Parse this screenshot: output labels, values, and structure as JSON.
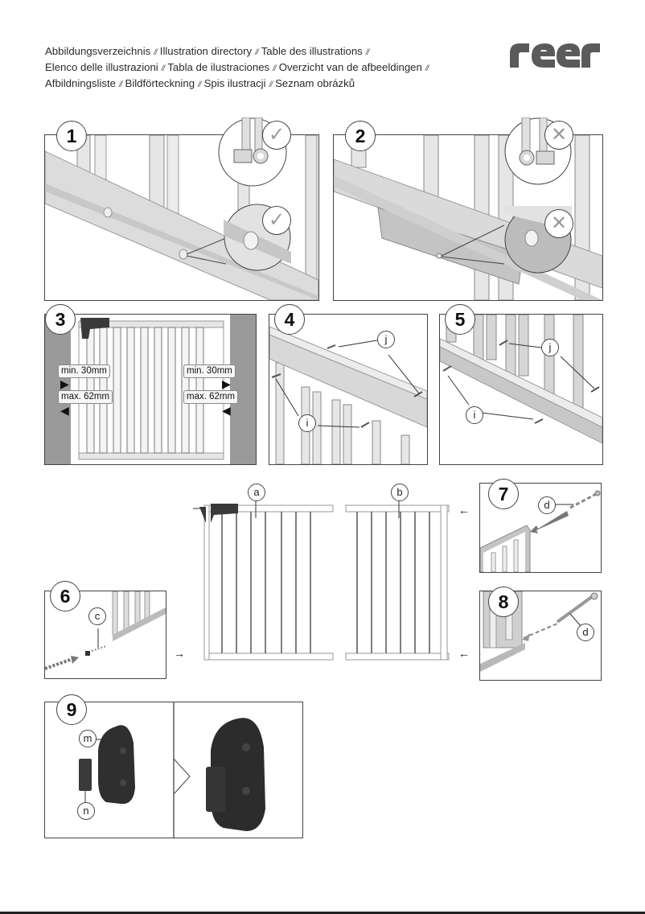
{
  "header": {
    "lines": [
      [
        "Abbildungsverzeichnis",
        "Illustration directory",
        "Table des illustrations",
        ""
      ],
      [
        "Elenco delle illustrazioni",
        "Tabla de ilustraciones",
        "Overzicht van de afbeeldingen",
        ""
      ],
      [
        "Afbildningsliste",
        "Bildförteckning",
        "Spis ilustracji",
        "Seznam obrázků"
      ]
    ],
    "separator": "//"
  },
  "logo": {
    "text": "reer",
    "color": "#5a5a5a"
  },
  "figures": {
    "f1": {
      "number": "1",
      "check_top": "✓",
      "check_bottom": "✓",
      "status": "correct"
    },
    "f2": {
      "number": "2",
      "cross_top": "✕",
      "cross_bottom": "✕",
      "status": "incorrect"
    },
    "f3": {
      "number": "3",
      "left_min": "min. 30mm",
      "left_max": "max. 62mm",
      "right_min": "min. 30mm",
      "right_max": "max. 62mm"
    },
    "f4": {
      "number": "4",
      "label_j": "j",
      "label_i": "i"
    },
    "f5": {
      "number": "5",
      "label_j": "j",
      "label_i": "i"
    },
    "f6": {
      "number": "6",
      "label_c": "c"
    },
    "f7": {
      "number": "7",
      "label_d": "d"
    },
    "f8": {
      "number": "8",
      "label_d": "d"
    },
    "f9": {
      "number": "9",
      "label_m": "m",
      "label_n": "n"
    },
    "main": {
      "label_a": "a",
      "label_b": "b"
    }
  },
  "colors": {
    "line": "#444444",
    "wall": "#9a9a9a",
    "dark_part": "#2e2e2e",
    "tube": "#d8d8d8"
  }
}
